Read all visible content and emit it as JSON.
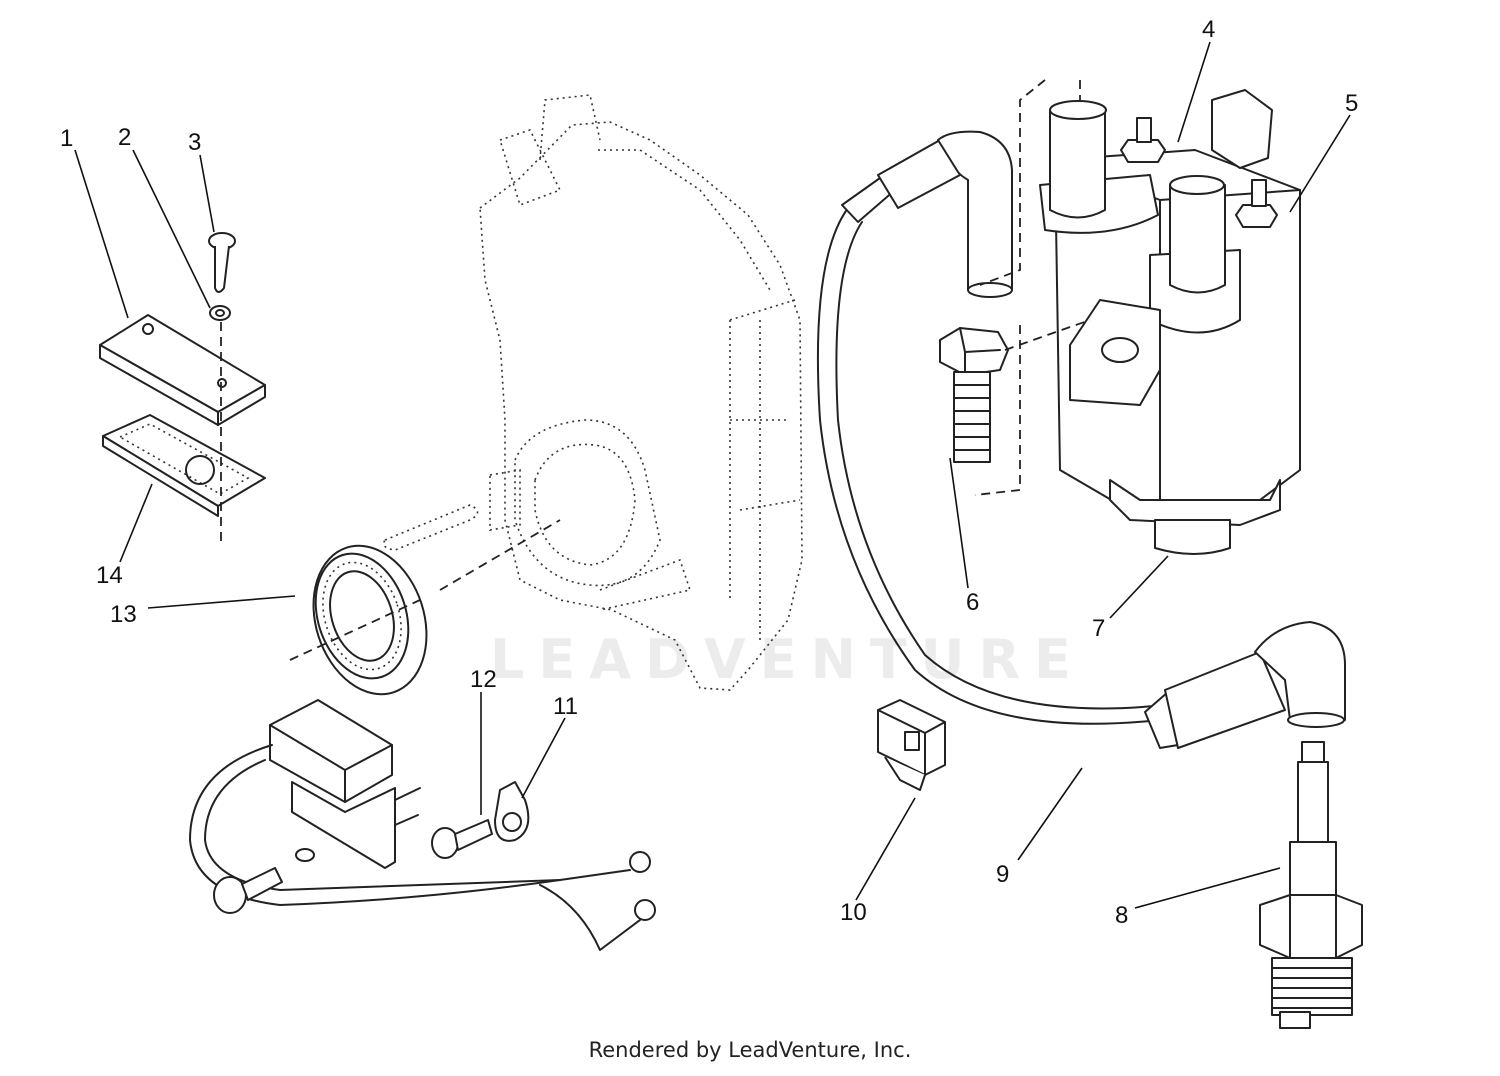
{
  "diagram": {
    "callouts": [
      "1",
      "2",
      "3",
      "4",
      "5",
      "6",
      "7",
      "8",
      "9",
      "10",
      "11",
      "12",
      "13",
      "14"
    ],
    "watermark": "LEADVENTURE",
    "credit": "Rendered by LeadVenture, Inc."
  }
}
